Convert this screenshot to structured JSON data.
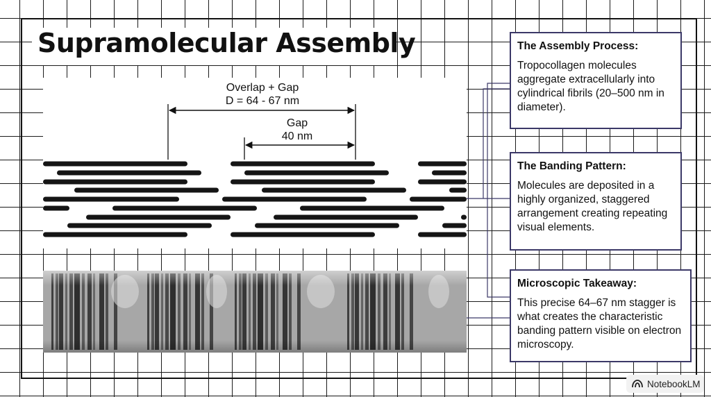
{
  "slide": {
    "title": "Supramolecular Assembly"
  },
  "diagram": {
    "overlap_gap_label": "Overlap + Gap",
    "d_period_label": "D = 64 - 67 nm",
    "gap_label": "Gap",
    "gap_value": "40 nm"
  },
  "cards": [
    {
      "heading": "The Assembly Process:",
      "body": "Tropocollagen molecules aggregate extracellularly into cylindrical fibrils (20–500 nm in diameter)."
    },
    {
      "heading": "The Banding Pattern:",
      "body": "Molecules are deposited in a highly organized, staggered arrangement creating repeating visual elements."
    },
    {
      "heading": "Microscopic Takeaway:",
      "body": "This precise 64–67 nm stagger is what creates the characteristic banding pattern visible on electron microscopy."
    }
  ],
  "brand": {
    "label": "NotebookLM",
    "icon": "notebooklm-logo-icon"
  },
  "colors": {
    "card_border": "#3b3867",
    "grid_line": "#1a1a1a"
  }
}
